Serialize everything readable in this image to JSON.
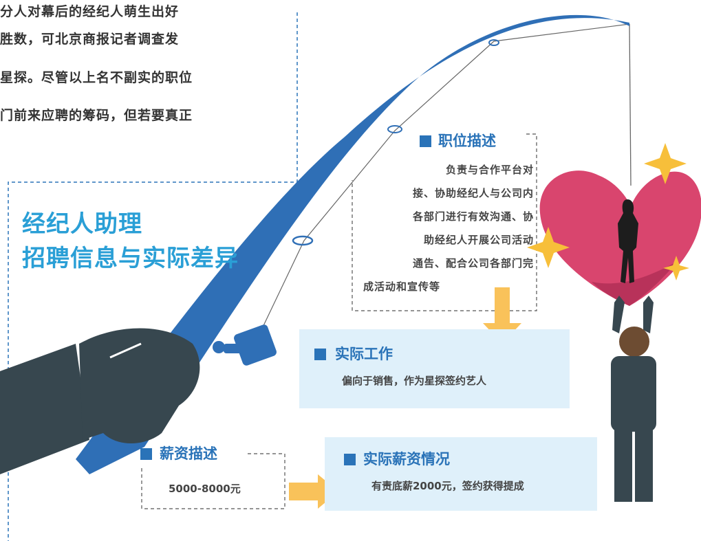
{
  "intro": {
    "lines": [
      "分人对幕后的经纪人萌生出好",
      "胜数，可北京商报记者调查发",
      "星探。尽管以上名不副实的职位",
      "门前来应聘的筹码，但若要真正"
    ]
  },
  "title": {
    "line1": "经纪人助理",
    "line2": "招聘信息与实际差异"
  },
  "job_description": {
    "heading": "职位描述",
    "lines": [
      "负责与合作平台对",
      "接、协助经纪人与公司内",
      "各部门进行有效沟通、协",
      "助经纪人开展公司活动",
      "通告、配合公司各部门完",
      "成活动和宣传等"
    ]
  },
  "actual_work": {
    "heading": "实际工作",
    "text": "偏向于销售，作为星探签约艺人"
  },
  "salary_description": {
    "heading": "薪资描述",
    "text": "5000-8000元"
  },
  "actual_salary": {
    "heading": "实际薪资情况",
    "text": "有责底薪2000元，签约获得提成"
  },
  "colors": {
    "title_blue": "#2a9fd6",
    "heading_blue": "#2a73b8",
    "rod_blue": "#2f6fb6",
    "arrow_yellow": "#f9c25a",
    "heart_pink": "#d9456e",
    "box_light_blue": "#dff0fa",
    "hand_dark": "#37474f",
    "sparkle_yellow": "#f7bf3a"
  },
  "icons": [
    "fishing-rod-icon",
    "hand-icon",
    "heart-icon",
    "sparkle-icon",
    "person-icon",
    "silhouette-icon",
    "arrow-down-icon",
    "arrow-right-icon"
  ]
}
